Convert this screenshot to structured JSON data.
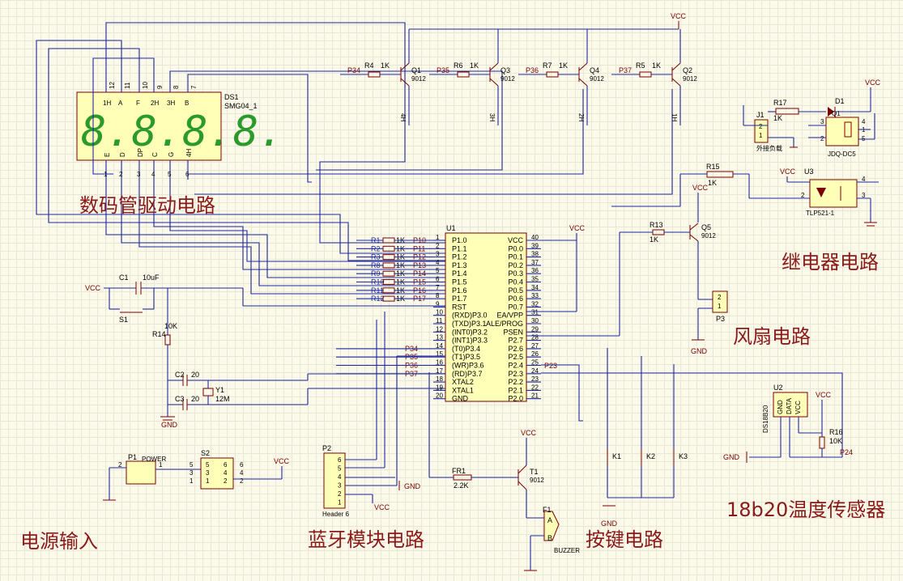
{
  "sections": {
    "display": "数码管驱动电路",
    "relay": "继电器电路",
    "fan": "风扇电路",
    "bluetooth": "蓝牙模块电路",
    "keys": "按键电路",
    "power": "电源输入",
    "sensor": "18b20温度传感器"
  },
  "display": {
    "ref": "DS1",
    "part": "SMG04_1",
    "digits": "8.8.8.8.",
    "top_pins": [
      "12",
      "11",
      "10",
      "9",
      "8",
      "7"
    ],
    "top_labels": [
      "1H",
      "A",
      "F",
      "2H",
      "3H",
      "B"
    ],
    "bottom_pins": [
      "1",
      "2",
      "3",
      "4",
      "5",
      "6"
    ],
    "bottom_labels": [
      "E",
      "D",
      "DP",
      "C",
      "G",
      "4H"
    ]
  },
  "transistors": [
    {
      "ref": "Q1",
      "type": "9012",
      "net": "P34",
      "res": "R4",
      "val": "1K",
      "out": "4H"
    },
    {
      "ref": "Q3",
      "type": "9012",
      "net": "P35",
      "res": "R6",
      "val": "1K",
      "out": "3H"
    },
    {
      "ref": "Q4",
      "type": "9012",
      "net": "P36",
      "res": "R7",
      "val": "1K",
      "out": "2H"
    },
    {
      "ref": "Q2",
      "type": "9012",
      "net": "P37",
      "res": "R5",
      "val": "1K",
      "out": "1H"
    }
  ],
  "vcc": "VCC",
  "gnd": "GND",
  "mcu": {
    "ref": "U1",
    "left": [
      "P1.0",
      "P1.1",
      "P1.2",
      "P1.3",
      "P1.4",
      "P1.5",
      "P1.6",
      "P1.7",
      "RST",
      "(RXD)P3.0",
      "(TXD)P3.1",
      "(INT0)P3.2",
      "(INT1)P3.3",
      "(T0)P3.4",
      "(T1)P3.5",
      "(WR)P3.6",
      "(RD)P3.7",
      "XTAL2",
      "XTAL1",
      "GND"
    ],
    "left_pins": [
      "1",
      "2",
      "3",
      "4",
      "5",
      "6",
      "7",
      "8",
      "9",
      "10",
      "11",
      "12",
      "13",
      "14",
      "15",
      "16",
      "17",
      "18",
      "19",
      "20"
    ],
    "right": [
      "VCC",
      "P0.0",
      "P0.1",
      "P0.2",
      "P0.3",
      "P0.4",
      "P0.5",
      "P0.6",
      "P0.7",
      "EA/VPP",
      "ALE/PROG",
      "PSEN",
      "P2.7",
      "P2.6",
      "P2.5",
      "P2.4",
      "P2.3",
      "P2.2",
      "P2.1",
      "P2.0"
    ],
    "right_pins": [
      "40",
      "39",
      "38",
      "37",
      "36",
      "35",
      "34",
      "33",
      "32",
      "31",
      "30",
      "29",
      "28",
      "27",
      "26",
      "25",
      "24",
      "23",
      "22",
      "21"
    ],
    "left_nets": [
      "P10",
      "P11",
      "P12",
      "P13",
      "P14",
      "P15",
      "P16",
      "P17"
    ],
    "left_res": [
      "R1",
      "R2",
      "R3",
      "R8",
      "R9",
      "R10",
      "R11",
      "R12"
    ],
    "res_val": "1K",
    "p3_nets": [
      "P34",
      "P35",
      "P36",
      "P37"
    ],
    "p23": "P23"
  },
  "reset": {
    "cap": "C1",
    "cap_val": "10uF",
    "sw": "S1",
    "res": "R14",
    "res_val": "10K"
  },
  "crystal": {
    "c2": "C2",
    "c3": "C3",
    "cval": "20",
    "ref": "Y1",
    "val": "12M"
  },
  "relay": {
    "j": "J1",
    "load": "外接负载",
    "r": "R17",
    "rval": "1K",
    "d": "D1",
    "part": "JDQ-DC5",
    "q": "Q1",
    "opto_ref": "U3",
    "opto": "TLP521-1",
    "r15": "R15",
    "r15val": "1K",
    "pins": [
      "1",
      "2",
      "3",
      "4",
      "5"
    ]
  },
  "fan": {
    "res": "R13",
    "res_val": "1K",
    "q": "Q5",
    "qtype": "9012",
    "conn": "P3"
  },
  "bluetooth": {
    "ref": "P2",
    "part": "Header 6",
    "fr": "FR1",
    "frval": "2.2K",
    "t": "T1",
    "ttype": "9012",
    "buzzer": "BUZZER",
    "f": "F1",
    "a": "A",
    "b": "B",
    "pins": [
      "6",
      "5",
      "4",
      "3",
      "2",
      "1"
    ]
  },
  "keys": [
    "K1",
    "K2",
    "K3"
  ],
  "sensor": {
    "ref": "U2",
    "part": "DS18B20",
    "pins": [
      "GND",
      "DATA",
      "VCC"
    ],
    "r": "R16",
    "rval": "10K",
    "net": "P24"
  },
  "power": {
    "ref": "P1",
    "part": "POWER",
    "sw": "S2",
    "pins_l": [
      "5",
      "3",
      "1"
    ],
    "pins_r": [
      "6",
      "4",
      "2"
    ]
  }
}
